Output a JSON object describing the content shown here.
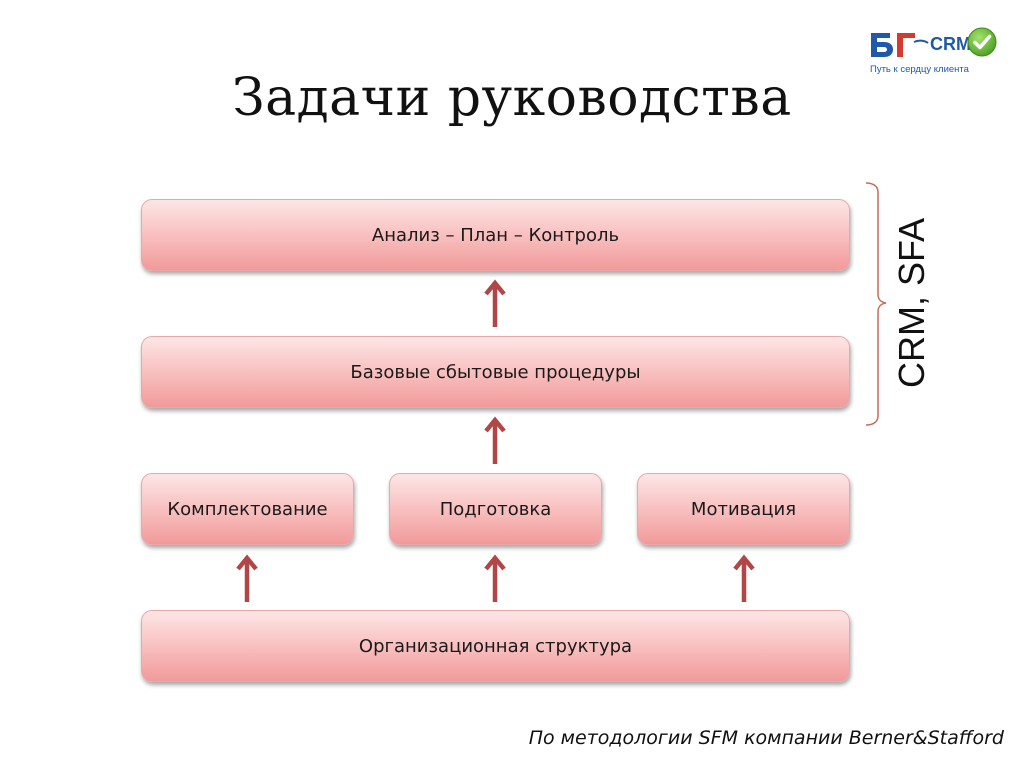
{
  "slide": {
    "title": "Задачи руководства",
    "footer": "По методологии SFM компании Berner&Stafford"
  },
  "logo": {
    "mark": "БГ",
    "crm": "CRM",
    "tagline": "Путь к сердцу клиента",
    "check_icon": "check-circle-icon"
  },
  "diagram": {
    "boxes": {
      "analysis_plan_control": "Анализ – План – Контроль",
      "base_sales_procedures": "Базовые сбытовые процедуры",
      "staffing": "Комплектование",
      "training": "Подготовка",
      "motivation": "Мотивация",
      "org_structure": "Организационная структура"
    },
    "side_label": "CRM, SFA"
  },
  "colors": {
    "box_top": "#fde6e6",
    "box_bottom": "#f19a9a",
    "arrow": "#b24545",
    "bracket": "#c96b5a",
    "logo_blue": "#1e5aa8",
    "logo_green": "#5fb832",
    "logo_red": "#d63a2f"
  }
}
